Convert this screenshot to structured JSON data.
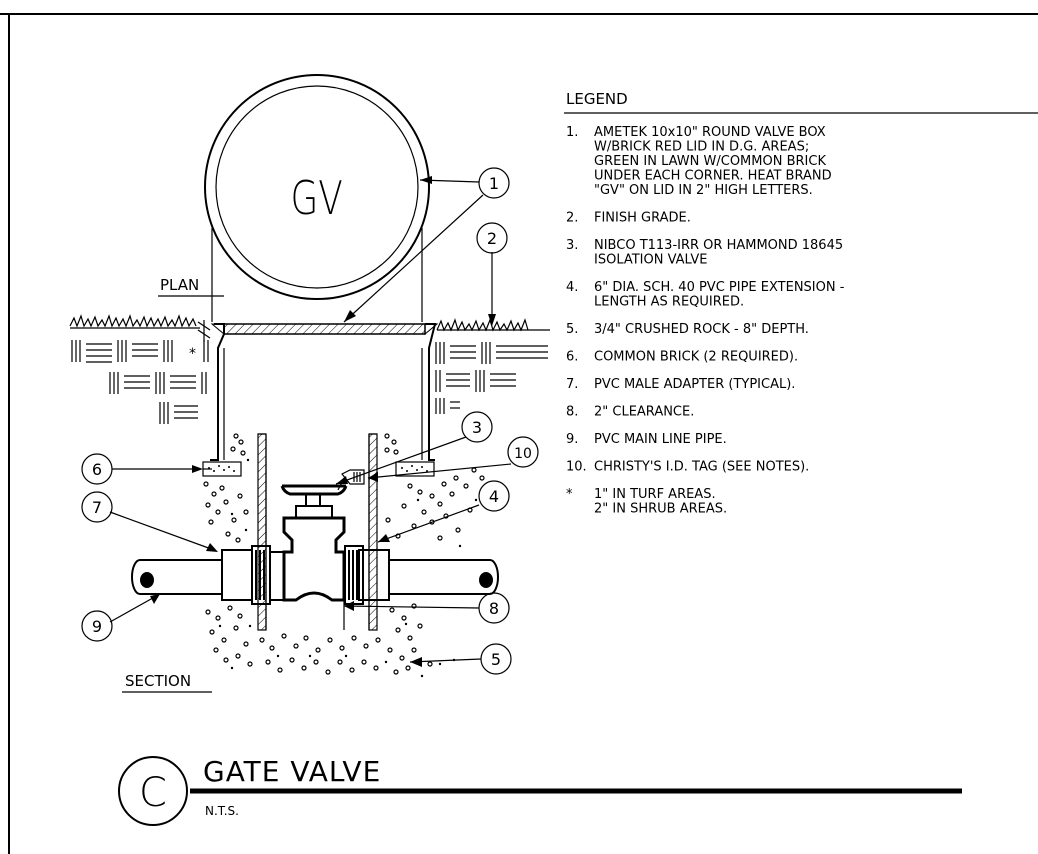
{
  "plan": {
    "lid_label": "GV",
    "view_label": "PLAN"
  },
  "section": {
    "view_label": "SECTION",
    "callouts": [
      "1",
      "2",
      "3",
      "4",
      "5",
      "6",
      "7",
      "8",
      "9",
      "10"
    ],
    "depth_mark": "*"
  },
  "legend": {
    "heading": "LEGEND",
    "items": [
      {
        "num": "1.",
        "lines": [
          "AMETEK 10x10\" ROUND VALVE BOX",
          "W/BRICK RED LID IN D.G. AREAS;",
          "GREEN IN LAWN W/COMMON BRICK",
          "UNDER EACH CORNER. HEAT BRAND",
          "\"GV\" ON LID IN 2\" HIGH LETTERS."
        ]
      },
      {
        "num": "2.",
        "lines": [
          "FINISH GRADE."
        ]
      },
      {
        "num": "3.",
        "lines": [
          "NIBCO T113-IRR OR HAMMOND 18645",
          "ISOLATION VALVE"
        ]
      },
      {
        "num": "4.",
        "lines": [
          "6\" DIA. SCH. 40 PVC PIPE EXTENSION -",
          "LENGTH AS REQUIRED."
        ]
      },
      {
        "num": "5.",
        "lines": [
          "3/4\" CRUSHED ROCK - 8\" DEPTH."
        ]
      },
      {
        "num": "6.",
        "lines": [
          "COMMON BRICK (2 REQUIRED)."
        ]
      },
      {
        "num": "7.",
        "lines": [
          "PVC MALE ADAPTER (TYPICAL)."
        ]
      },
      {
        "num": "8.",
        "lines": [
          "2\" CLEARANCE."
        ]
      },
      {
        "num": "9.",
        "lines": [
          "PVC MAIN LINE PIPE."
        ]
      },
      {
        "num": "10.",
        "lines": [
          "CHRISTY'S I.D. TAG (SEE NOTES)."
        ]
      },
      {
        "num": "*",
        "lines": [
          "1\" IN TURF AREAS.",
          "2\" IN SHRUB AREAS."
        ]
      }
    ]
  },
  "title_block": {
    "detail_letter": "C",
    "title": "GATE VALVE",
    "scale_note": "N.T.S."
  }
}
